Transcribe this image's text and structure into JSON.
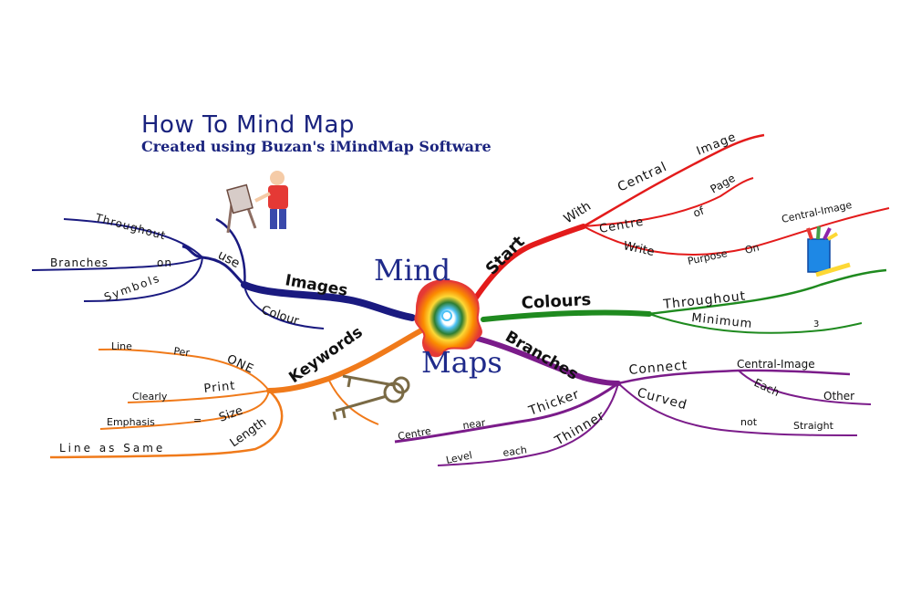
{
  "header": {
    "title": "How To Mind Map",
    "subtitle": "Created using Buzan's iMindMap Software"
  },
  "center": {
    "word1": "Mind",
    "word2": "Maps"
  },
  "colors": {
    "images": "#1a1a80",
    "start": "#e31b1b",
    "colours": "#1f8a1f",
    "branches": "#7b1c8a",
    "keywords": "#f07a1a"
  },
  "branches": {
    "images": {
      "label": "Images",
      "use": "use",
      "throughout": "Throughout",
      "branches": "Branches",
      "on": "on",
      "symbols": "Symbols",
      "colour": "Colour"
    },
    "start": {
      "label": "Start",
      "with": "With",
      "central": "Central",
      "image": "Image",
      "centre": "Centre",
      "of": "of",
      "page": "Page",
      "write": "Write",
      "purpose": "Purpose",
      "on": "On",
      "central_image": "Central-Image"
    },
    "colours": {
      "label": "Colours",
      "throughout": "Throughout",
      "minimum": "Minimum",
      "three": "3"
    },
    "branches": {
      "label": "Branches",
      "connect": "Connect",
      "central_image": "Central-Image",
      "each": "Each",
      "other": "Other",
      "curved": "Curved",
      "not": "not",
      "straight": "Straight",
      "thicker": "Thicker",
      "near": "near",
      "centre": "Centre",
      "thinner": "Thinner",
      "each2": "each",
      "level": "Level"
    },
    "keywords": {
      "label": "Keywords",
      "one": "ONE",
      "per": "Per",
      "line": "Line",
      "print": "Print",
      "clearly": "Clearly",
      "size": "Size",
      "equals": "=",
      "emphasis": "Emphasis",
      "length": "Length",
      "line_as_same": "Line as Same"
    }
  }
}
